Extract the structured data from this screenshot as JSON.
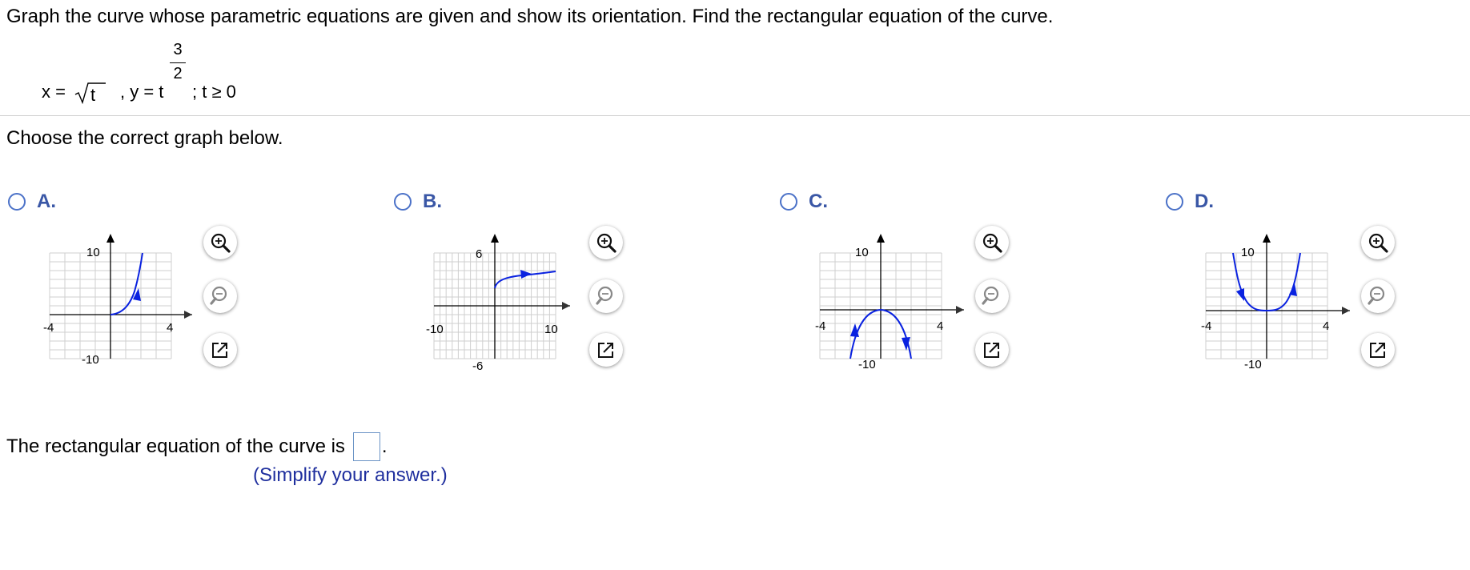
{
  "question": {
    "text": "Graph the curve whose parametric equations are given and show its orientation. Find the rectangular equation of the curve."
  },
  "equation": {
    "x_part": "x = ",
    "sqrt_arg": "t",
    "y_part": ",  y = t",
    "exp_num": "3",
    "exp_den": "2",
    "condition": ";  t ≥ 0"
  },
  "prompt": "Choose the correct graph below.",
  "options": [
    {
      "letter": "A.",
      "ticks": {
        "x_left": "-4",
        "x_right": "4",
        "y_top": "10",
        "y_bottom": "-10"
      },
      "tools": [
        "zoom-in-icon",
        "zoom-out-icon",
        "popout-icon"
      ]
    },
    {
      "letter": "B.",
      "ticks": {
        "x_left": "-10",
        "x_right": "10",
        "y_top": "6",
        "y_bottom": "-6"
      },
      "tools": [
        "zoom-in-icon",
        "zoom-out-icon",
        "popout-icon"
      ]
    },
    {
      "letter": "C.",
      "ticks": {
        "x_left": "-4",
        "x_right": "4",
        "y_top": "10",
        "y_bottom": "-10"
      },
      "tools": [
        "zoom-in-icon",
        "zoom-out-icon",
        "popout-icon"
      ]
    },
    {
      "letter": "D.",
      "ticks": {
        "x_left": "-4",
        "x_right": "4",
        "y_top": "10",
        "y_bottom": "-10"
      },
      "tools": [
        "zoom-in-icon",
        "zoom-out-icon",
        "popout-icon"
      ]
    }
  ],
  "answer": {
    "label": "The rectangular equation of the curve is",
    "period": ".",
    "hint": "(Simplify your answer.)"
  },
  "colors": {
    "curve": "#0a22e0",
    "radio": "#4c72c8",
    "letter": "#3a57a6",
    "hint": "#1f2f9e",
    "grid": "#c8c8c8"
  }
}
